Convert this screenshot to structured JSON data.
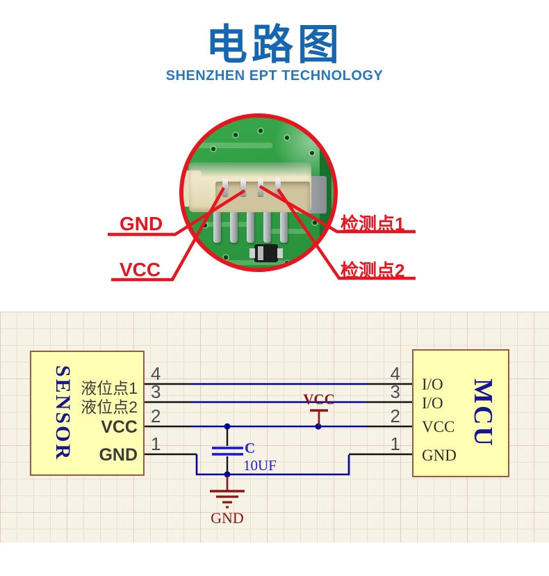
{
  "header": {
    "title": "电路图",
    "subtitle": "SHENZHEN EPT TECHNOLOGY"
  },
  "photo_callouts": {
    "gnd": "GND",
    "vcc": "VCC",
    "detect1": "检测点1",
    "detect2": "检测点2"
  },
  "schematic": {
    "sensor": {
      "name": "SENSOR",
      "pins": [
        {
          "num": "4",
          "label": "液位点1"
        },
        {
          "num": "3",
          "label": "液位点2"
        },
        {
          "num": "2",
          "label": "VCC"
        },
        {
          "num": "1",
          "label": "GND"
        }
      ]
    },
    "mcu": {
      "name": "MCU",
      "pins": [
        {
          "num": "4",
          "label": "I/O"
        },
        {
          "num": "3",
          "label": "I/O"
        },
        {
          "num": "2",
          "label": "VCC"
        },
        {
          "num": "1",
          "label": "GND"
        }
      ]
    },
    "capacitor": {
      "designator": "C",
      "value": "10UF"
    },
    "vcc_label": "VCC",
    "gnd_label": "GND"
  },
  "colors": {
    "brand_blue": "#1766b2",
    "subtitle_blue": "#2478c0",
    "callout_red": "#e8141e",
    "wire_blue": "#0000a2",
    "pin_stub_black": "#141414",
    "power_symbol_red": "#8e1414",
    "capacitor_blue": "#1414dc",
    "component_fill": "#ffffb3",
    "component_border": "#9a5b45",
    "component_name_navy": "#16168e",
    "schematic_background": "#f6f2e6",
    "pcb_green": "#2e9c42",
    "connector_beige": "#e9e1c2"
  }
}
